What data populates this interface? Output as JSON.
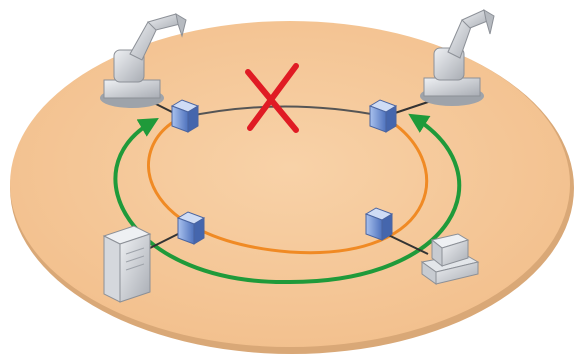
{
  "diagram": {
    "concept": "ring-redundancy-broken-link",
    "colors": {
      "floor": "#f6c89a",
      "floor_shadow": "#d9a877",
      "ring_top_link": "#555555",
      "ring_orange": "#f08a24",
      "redundant_path": "#1f9a3a",
      "break_mark": "#e01b24",
      "device_gray": "#c9ccd1",
      "switch_blue": "#6b8fd1"
    },
    "nodes": [
      {
        "id": "robot-left",
        "icon": "industrial-robot-icon"
      },
      {
        "id": "robot-right",
        "icon": "industrial-robot-icon"
      },
      {
        "id": "server-left",
        "icon": "server-tower-icon"
      },
      {
        "id": "workstation-right",
        "icon": "computer-icon"
      }
    ],
    "switches": [
      {
        "id": "switch-top-left",
        "icon": "network-switch-icon"
      },
      {
        "id": "switch-top-right",
        "icon": "network-switch-icon"
      },
      {
        "id": "switch-bottom-left",
        "icon": "network-switch-icon"
      },
      {
        "id": "switch-bottom-right",
        "icon": "network-switch-icon"
      }
    ],
    "break_icon": "x-mark-icon"
  }
}
